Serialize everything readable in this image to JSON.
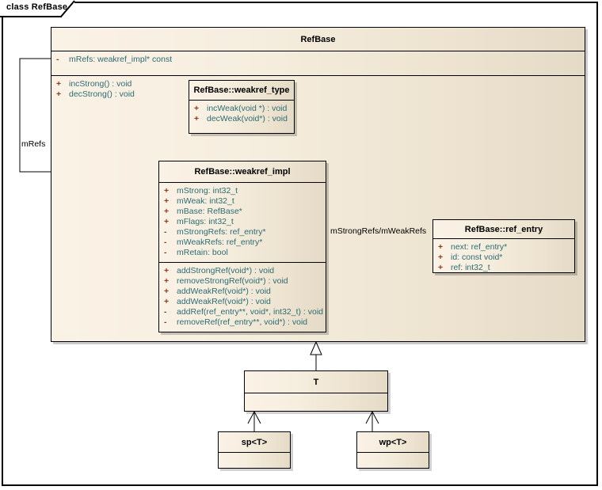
{
  "diagram": {
    "frame_label": "class RefBase",
    "type": "uml-class-diagram"
  },
  "classes": {
    "refbase": {
      "name": "RefBase",
      "attributes": [
        {
          "visibility": "-",
          "text": "mRefs:  weakref_impl* const"
        }
      ],
      "operations": [
        {
          "visibility": "+",
          "text": "incStrong() : void"
        },
        {
          "visibility": "+",
          "text": "decStrong() : void"
        }
      ]
    },
    "weakref_type": {
      "name": "RefBase::weakref_type",
      "attributes": [],
      "operations": [
        {
          "visibility": "+",
          "text": "incWeak(void *) : void"
        },
        {
          "visibility": "+",
          "text": "decWeak(void*) : void"
        }
      ]
    },
    "weakref_impl": {
      "name": "RefBase::weakref_impl",
      "attributes": [
        {
          "visibility": "+",
          "text": "mStrong:  int32_t"
        },
        {
          "visibility": "+",
          "text": "mWeak:  int32_t"
        },
        {
          "visibility": "+",
          "text": "mBase:  RefBase*"
        },
        {
          "visibility": "+",
          "text": "mFlags:  int32_t"
        },
        {
          "visibility": "-",
          "text": "mStrongRefs:  ref_entry*"
        },
        {
          "visibility": "-",
          "text": "mWeakRefs:  ref_entry*"
        },
        {
          "visibility": "-",
          "text": "mRetain:  bool"
        }
      ],
      "operations": [
        {
          "visibility": "+",
          "text": "addStrongRef(void*) : void"
        },
        {
          "visibility": "+",
          "text": "removeStrongRef(void*) : void"
        },
        {
          "visibility": "+",
          "text": "addWeakRef(void*) : void"
        },
        {
          "visibility": "+",
          "text": "addWeakRef(void*) : void"
        },
        {
          "visibility": "-",
          "text": "addRef(ref_entry**, void*, int32_t) : void"
        },
        {
          "visibility": "-",
          "text": "removeRef(ref_entry**, void*) : void"
        }
      ]
    },
    "ref_entry": {
      "name": "RefBase::ref_entry",
      "attributes": [
        {
          "visibility": "+",
          "text": "next:  ref_entry*"
        },
        {
          "visibility": "+",
          "text": "id:  const void*"
        },
        {
          "visibility": "+",
          "text": "ref:  int32_t"
        }
      ],
      "operations": []
    },
    "t": {
      "name": "T",
      "attributes": [],
      "operations": []
    },
    "sp": {
      "name": "sp<T>",
      "attributes": [],
      "operations": []
    },
    "wp": {
      "name": "wp<T>",
      "attributes": [],
      "operations": []
    }
  },
  "connectors": {
    "mrefs_label": "mRefs",
    "strongweak_label": "mStrongRefs/mWeakRefs"
  },
  "colors": {
    "class_fill_light": "#FBF2E6",
    "class_fill_dark": "#E4DAC6",
    "border": "#000000",
    "member_text": "#2E6B72",
    "visibility_text": "#8C3A1E",
    "title_text": "#000000",
    "page_background": "#FFFFFF"
  }
}
